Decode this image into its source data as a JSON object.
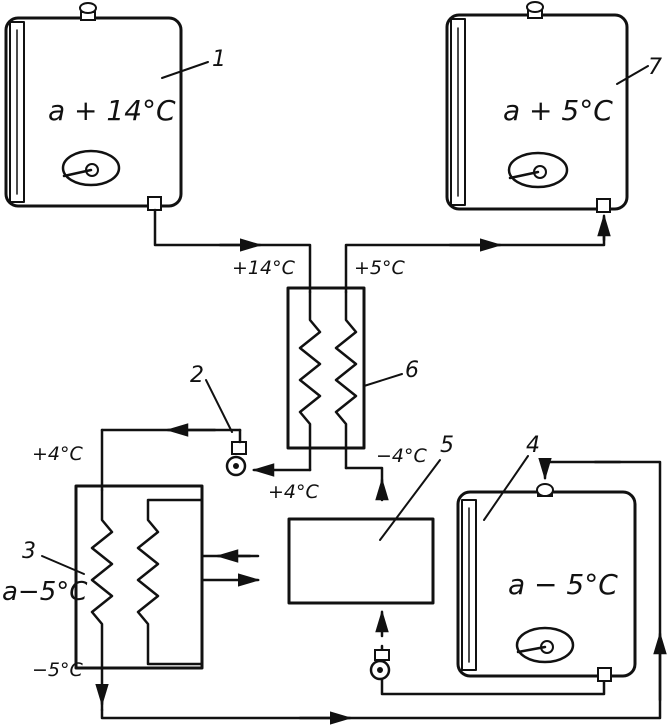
{
  "diagram": {
    "chamber1": {
      "number": "1",
      "label": "a + 14°C"
    },
    "chamber7": {
      "number": "7",
      "label": "a + 5°C"
    },
    "chamber4": {
      "number": "4",
      "label": "a − 5°C"
    },
    "exchanger3": {
      "number": "3",
      "label": "a−5°C"
    },
    "exchanger6": {
      "number": "6"
    },
    "pump2": {
      "number": "2"
    },
    "unit5": {
      "number": "5"
    },
    "temps": {
      "t_from_1": "+14°C",
      "t_to_7": "+5°C",
      "t_pump2_in": "+4°C",
      "t_pump2_out": "+4°C",
      "t_to_5": "−4°C",
      "t_exch3_out": "−5°C"
    }
  }
}
